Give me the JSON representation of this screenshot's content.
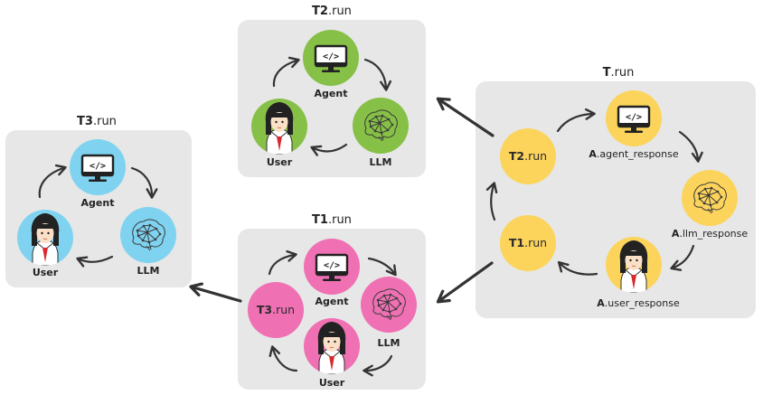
{
  "colors": {
    "blue": "#7fd3f0",
    "green": "#86c046",
    "pink": "#f070b4",
    "yellow": "#fcd45c",
    "panel": "#e6e7e6"
  },
  "panels": {
    "t2": {
      "title_bold": "T2",
      "title_rest": ".run",
      "agent": "Agent",
      "llm": "LLM",
      "user": "User"
    },
    "t3": {
      "title_bold": "T3",
      "title_rest": ".run",
      "agent": "Agent",
      "llm": "LLM",
      "user": "User"
    },
    "t1": {
      "title_bold": "T1",
      "title_rest": ".run",
      "agent": "Agent",
      "llm": "LLM",
      "user": "User",
      "sub_bold": "T3",
      "sub_rest": ".run"
    },
    "t": {
      "title_bold": "T",
      "title_rest": ".run",
      "t2_bold": "T2",
      "t2_rest": ".run",
      "t1_bold": "T1",
      "t1_rest": ".run",
      "agent_bold": "A",
      "agent_rest": ".agent_response",
      "llm_bold": "A",
      "llm_rest": ".llm_response",
      "user_bold": "A",
      "user_rest": ".user_response"
    }
  },
  "icons": {
    "agent": "monitor-code-icon",
    "llm": "brain-network-icon",
    "user": "student-avatar-icon"
  },
  "code_glyph": "</>"
}
